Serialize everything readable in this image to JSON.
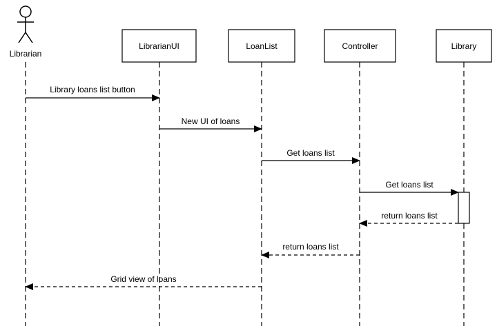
{
  "actor": {
    "label": "Librarian",
    "icon": "stick-figure-actor-icon"
  },
  "participants": [
    {
      "id": "librarianui",
      "label": "LibrarianUI"
    },
    {
      "id": "loanlist",
      "label": "LoanList"
    },
    {
      "id": "controller",
      "label": "Controller"
    },
    {
      "id": "library",
      "label": "Library"
    }
  ],
  "messages": [
    {
      "label": "Library loans list button",
      "from": "Librarian",
      "to": "LibrarianUI",
      "type": "call"
    },
    {
      "label": "New UI of loans",
      "from": "LibrarianUI",
      "to": "LoanList",
      "type": "call"
    },
    {
      "label": "Get loans list",
      "from": "LoanList",
      "to": "Controller",
      "type": "call"
    },
    {
      "label": "Get loans list",
      "from": "Controller",
      "to": "Library",
      "type": "call"
    },
    {
      "label": "return loans list",
      "from": "Library",
      "to": "Controller",
      "type": "return"
    },
    {
      "label": "return loans list",
      "from": "Controller",
      "to": "LoanList",
      "type": "return"
    },
    {
      "label": "Grid view of loans",
      "from": "LoanList",
      "to": "Librarian",
      "type": "return"
    }
  ],
  "colors": {
    "stroke": "#000000",
    "background": "#ffffff"
  }
}
